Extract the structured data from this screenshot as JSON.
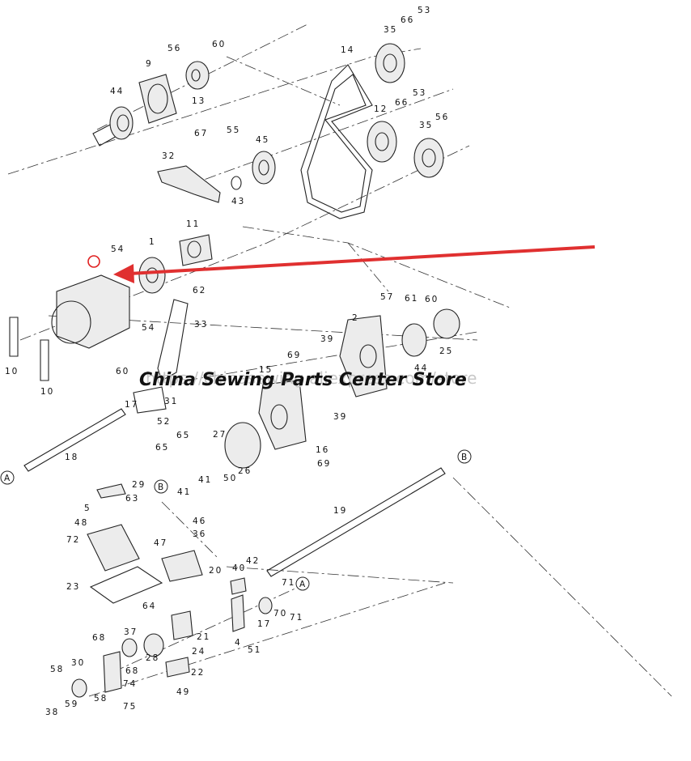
{
  "watermark": {
    "text": "China Sewing Parts Center Store",
    "ghost_text": "https://chinasewing.aliexpress.com/store"
  },
  "callouts": [
    "A",
    "B"
  ],
  "labels": [
    "53",
    "66",
    "35",
    "60",
    "56",
    "14",
    "9",
    "13",
    "44",
    "53",
    "66",
    "12",
    "56",
    "35",
    "67",
    "55",
    "45",
    "32",
    "43",
    "11",
    "1",
    "54",
    "62",
    "57",
    "61",
    "60",
    "33",
    "2",
    "39",
    "69",
    "54",
    "25",
    "44",
    "15",
    "10",
    "10",
    "60",
    "31",
    "17",
    "52",
    "16",
    "39",
    "27",
    "65",
    "65",
    "26",
    "69",
    "18",
    "B",
    "41",
    "50",
    "41",
    "29",
    "63",
    "5",
    "48",
    "19",
    "72",
    "46",
    "36",
    "47",
    "20",
    "40",
    "42",
    "23",
    "71",
    "64",
    "70",
    "71",
    "21",
    "68",
    "37",
    "28",
    "4",
    "17",
    "51",
    "24",
    "30",
    "68",
    "22",
    "58",
    "74",
    "59",
    "58",
    "38",
    "75",
    "49"
  ],
  "highlight": {
    "color": "#e02020"
  },
  "colors": {
    "arrow": "#e03030",
    "line": "#222222"
  }
}
